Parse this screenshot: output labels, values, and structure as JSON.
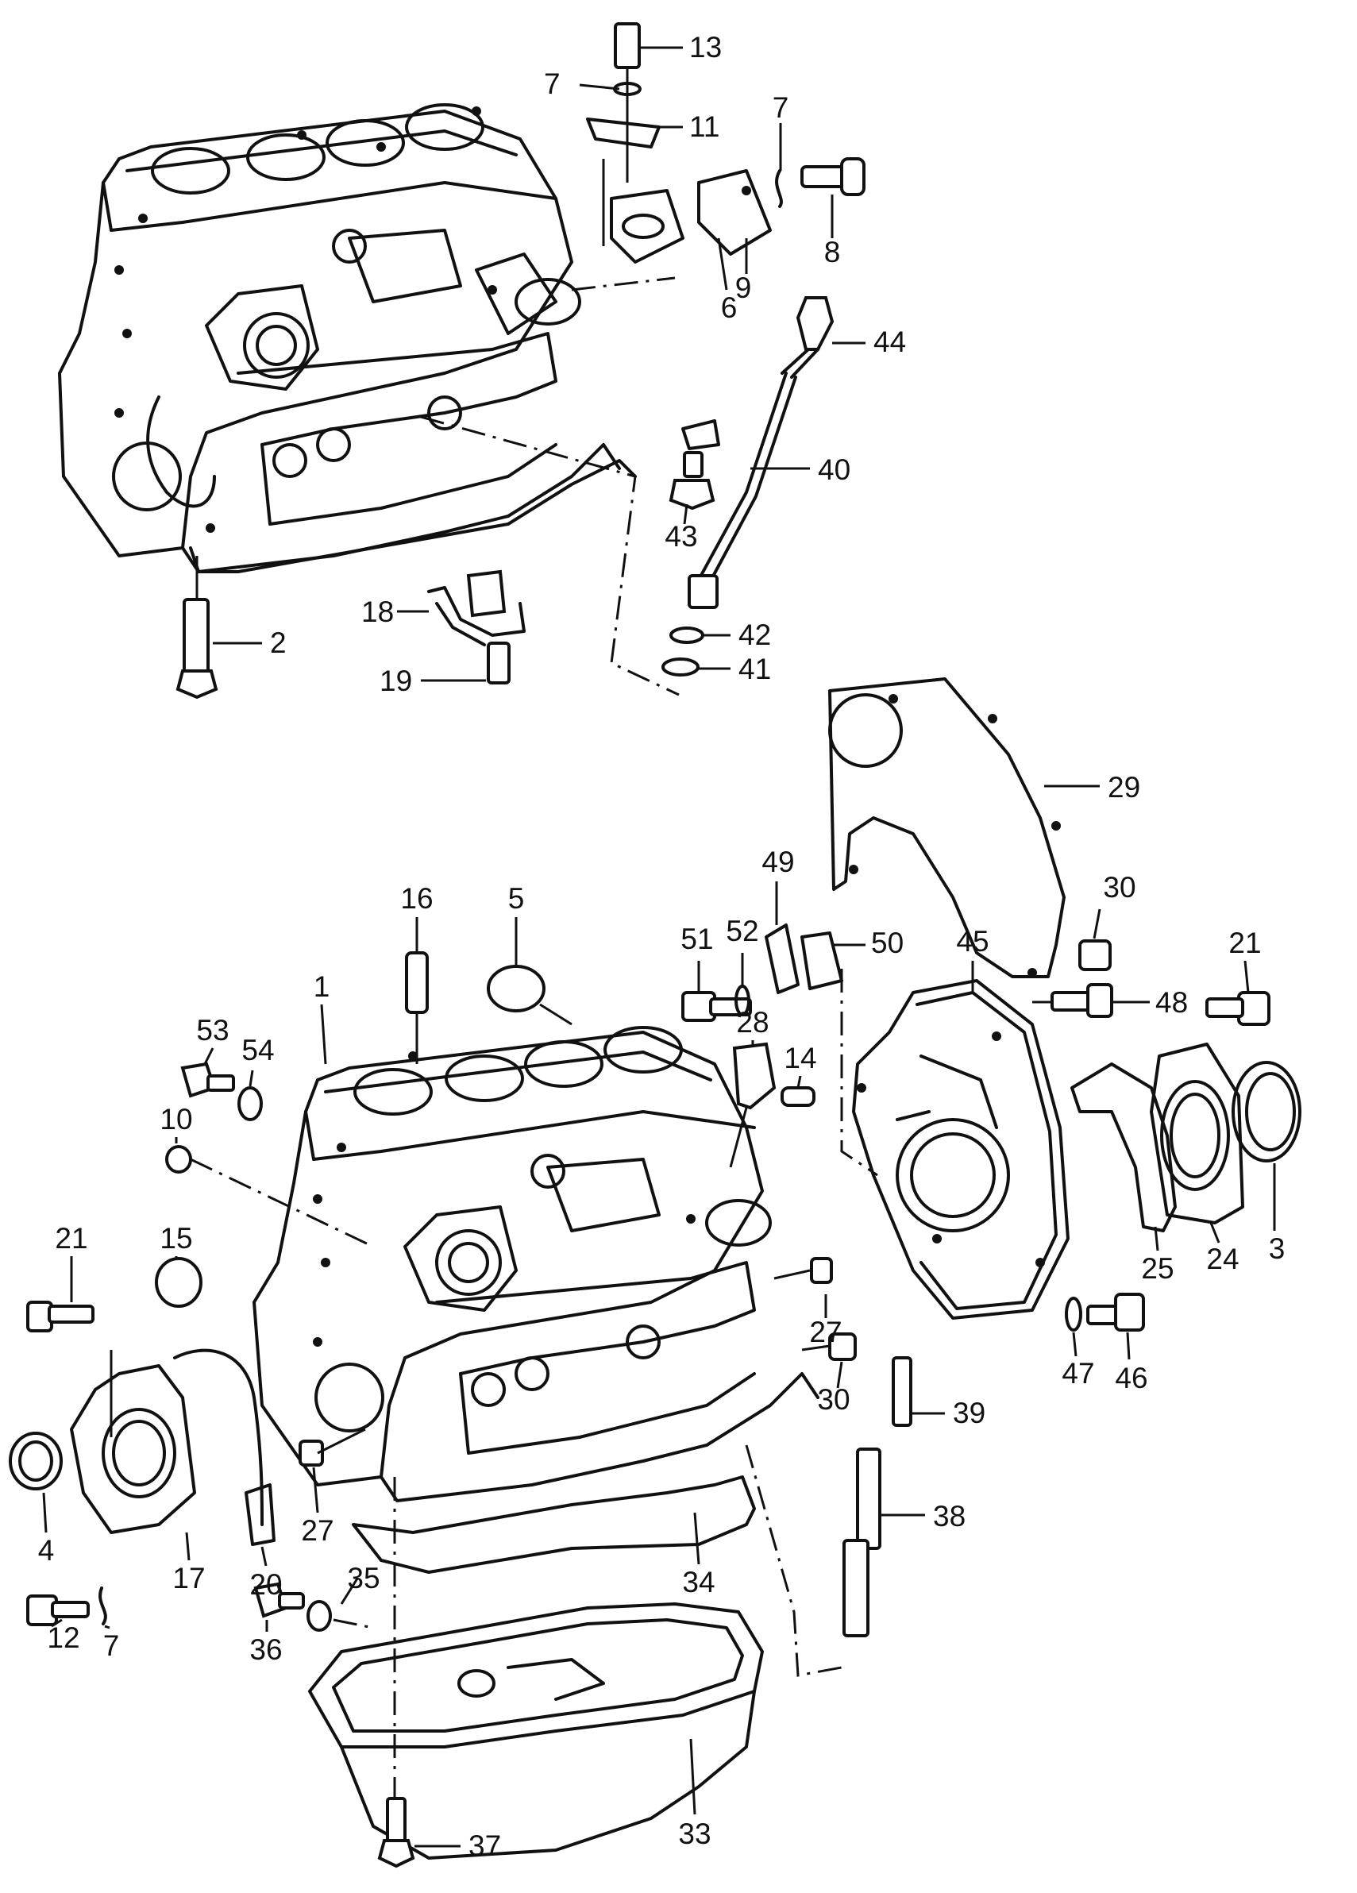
{
  "callouts": [
    {
      "id": "c13a",
      "text": "13",
      "part": "bolt"
    },
    {
      "id": "c7a",
      "text": "7",
      "part": "washer"
    },
    {
      "id": "c11",
      "text": "11",
      "part": "bracket"
    },
    {
      "id": "c7b",
      "text": "7",
      "part": "washer"
    },
    {
      "id": "c8",
      "text": "8",
      "part": "bolt"
    },
    {
      "id": "c9",
      "text": "9",
      "part": "gasket"
    },
    {
      "id": "c6",
      "text": "6",
      "part": "cover-plate"
    },
    {
      "id": "c44",
      "text": "44",
      "part": "dipstick"
    },
    {
      "id": "c40",
      "text": "40",
      "part": "dipstick-tube"
    },
    {
      "id": "c43",
      "text": "43",
      "part": "nut"
    },
    {
      "id": "c42",
      "text": "42",
      "part": "o-ring"
    },
    {
      "id": "c41",
      "text": "41",
      "part": "seal"
    },
    {
      "id": "c2",
      "text": "2",
      "part": "bolt"
    },
    {
      "id": "c18",
      "text": "18",
      "part": "oil-spray-jet"
    },
    {
      "id": "c19",
      "text": "19",
      "part": "bolt"
    },
    {
      "id": "c29",
      "text": "29",
      "part": "cover-plate"
    },
    {
      "id": "c30a",
      "text": "30",
      "part": "dowel-sleeve"
    },
    {
      "id": "c49",
      "text": "49",
      "part": "bracket"
    },
    {
      "id": "c51",
      "text": "51",
      "part": "bolt"
    },
    {
      "id": "c52",
      "text": "52",
      "part": "washer"
    },
    {
      "id": "c50",
      "text": "50",
      "part": "gasket"
    },
    {
      "id": "c45",
      "text": "45",
      "part": "intermediate-plate"
    },
    {
      "id": "c21a",
      "text": "21",
      "part": "bolt"
    },
    {
      "id": "c48",
      "text": "48",
      "part": "bolt"
    },
    {
      "id": "c16",
      "text": "16",
      "part": "sleeve"
    },
    {
      "id": "c5",
      "text": "5",
      "part": "plug"
    },
    {
      "id": "c1",
      "text": "1",
      "part": "cylinder-block"
    },
    {
      "id": "c53",
      "text": "53",
      "part": "plug"
    },
    {
      "id": "c54",
      "text": "54",
      "part": "seal"
    },
    {
      "id": "c28",
      "text": "28",
      "part": "sender"
    },
    {
      "id": "c14",
      "text": "14",
      "part": "sleeve"
    },
    {
      "id": "c10",
      "text": "10",
      "part": "plug"
    },
    {
      "id": "c15",
      "text": "15",
      "part": "cap"
    },
    {
      "id": "c21b",
      "text": "21",
      "part": "bolt"
    },
    {
      "id": "c27a",
      "text": "27",
      "part": "dowel-sleeve"
    },
    {
      "id": "c30b",
      "text": "30",
      "part": "dowel-sleeve"
    },
    {
      "id": "c25",
      "text": "25",
      "part": "gasket"
    },
    {
      "id": "c24",
      "text": "24",
      "part": "seal-flange"
    },
    {
      "id": "c3",
      "text": "3",
      "part": "seal"
    },
    {
      "id": "c47",
      "text": "47",
      "part": "washer"
    },
    {
      "id": "c46",
      "text": "46",
      "part": "bolt"
    },
    {
      "id": "c39",
      "text": "39",
      "part": "tube"
    },
    {
      "id": "c38",
      "text": "38",
      "part": "tube"
    },
    {
      "id": "c4",
      "text": "4",
      "part": "seal"
    },
    {
      "id": "c17",
      "text": "17",
      "part": "seal-flange"
    },
    {
      "id": "c20",
      "text": "20",
      "part": "gasket"
    },
    {
      "id": "c27b",
      "text": "27",
      "part": "dowel-sleeve"
    },
    {
      "id": "c34",
      "text": "34",
      "part": "gasket"
    },
    {
      "id": "c35",
      "text": "35",
      "part": "seal"
    },
    {
      "id": "c12",
      "text": "12",
      "part": "bolt"
    },
    {
      "id": "c7c",
      "text": "7",
      "part": "washer"
    },
    {
      "id": "c36",
      "text": "36",
      "part": "drain-plug"
    },
    {
      "id": "c33",
      "text": "33",
      "part": "oil-pan"
    },
    {
      "id": "c37",
      "text": "37",
      "part": "bolt"
    }
  ]
}
